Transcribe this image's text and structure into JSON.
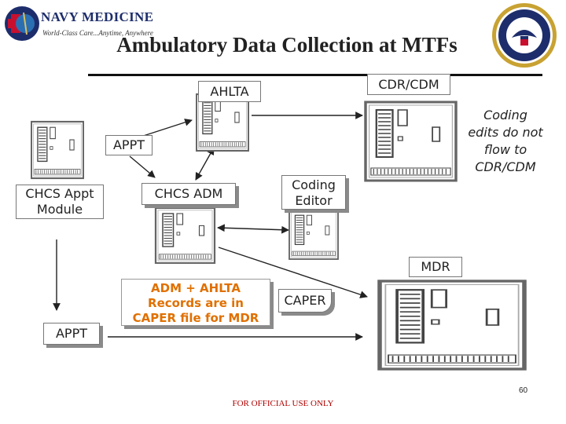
{
  "header": {
    "logo_title": "NAVY MEDICINE",
    "logo_tagline": "World-Class Care...Anytime, Anywhere",
    "title": "Ambulatory Data Collection at MTFs"
  },
  "labels": {
    "ahlta": "AHLTA",
    "cdr_cdm": "CDR/CDM",
    "appt_top": "APPT",
    "chcs_appt_module": "CHCS Appt\nModule",
    "chcs_adm": "CHCS ADM",
    "coding_editor": "Coding\nEditor",
    "coding_note": "Coding\nedits do not\nflow to\nCDR/CDM",
    "mdr": "MDR",
    "adm_note": "ADM + AHLTA\nRecords are in\nCAPER file for MDR",
    "caper": "CAPER",
    "appt_bottom": "APPT"
  },
  "footer": {
    "classification": "FOR OFFICIAL USE ONLY",
    "page_number": "60"
  },
  "icons": {
    "computer": "computer-icon",
    "navy_logo": "navy-medicine-logo",
    "seal": "navy-department-seal-icon"
  }
}
